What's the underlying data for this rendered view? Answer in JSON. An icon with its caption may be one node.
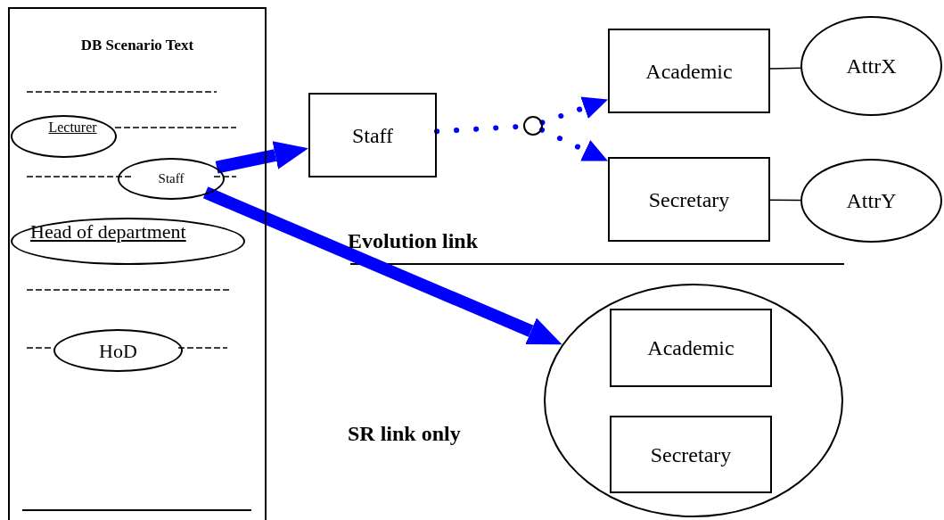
{
  "diagram": {
    "nodes": [
      {
        "text": [
          "DB Scenario Text"
        ]
      },
      {
        "text": [
          "Lecturer"
        ],
        "in": 0
      },
      {
        "text": [
          "Staff"
        ],
        "in": 0
      },
      {
        "text": [
          "Head of department"
        ],
        "in": 0
      },
      {
        "text": [
          "HoD"
        ],
        "in": 0
      },
      {
        "text": [
          "Staff"
        ]
      },
      {
        "text": [],
        "shape": "circle"
      },
      {
        "text": [
          "Academic"
        ]
      },
      {
        "text": [
          "AttrX"
        ]
      },
      {
        "text": [
          "Secretary"
        ]
      },
      {
        "text": [
          "AttrY"
        ]
      },
      {
        "text": [],
        "shape": "circle"
      },
      {
        "text": [
          "Academic"
        ],
        "in": 11
      },
      {
        "text": [
          "Secretary"
        ],
        "in": 11
      }
    ],
    "edges": [
      {
        "from": 2,
        "to": 5,
        "arrow": "to",
        "style": "thick",
        "color": "#0000ff"
      },
      {
        "from": 2,
        "to": 11,
        "arrow": "to",
        "style": "thick",
        "color": "#0000ff"
      },
      {
        "from": 5,
        "to": 6,
        "arrow": "none",
        "style": "dashed",
        "color": "#0000ff"
      },
      {
        "from": 6,
        "to": 7,
        "arrow": "to",
        "style": "dashed",
        "color": "#0000ff"
      },
      {
        "from": 6,
        "to": 9,
        "arrow": "to",
        "style": "dashed",
        "color": "#0000ff"
      },
      {
        "from": 7,
        "to": 8,
        "arrow": "none",
        "color": "#000000"
      },
      {
        "from": 9,
        "to": 10,
        "arrow": "none",
        "color": "#000000"
      }
    ],
    "labels": [
      "Evolution link",
      "SR link only"
    ]
  }
}
